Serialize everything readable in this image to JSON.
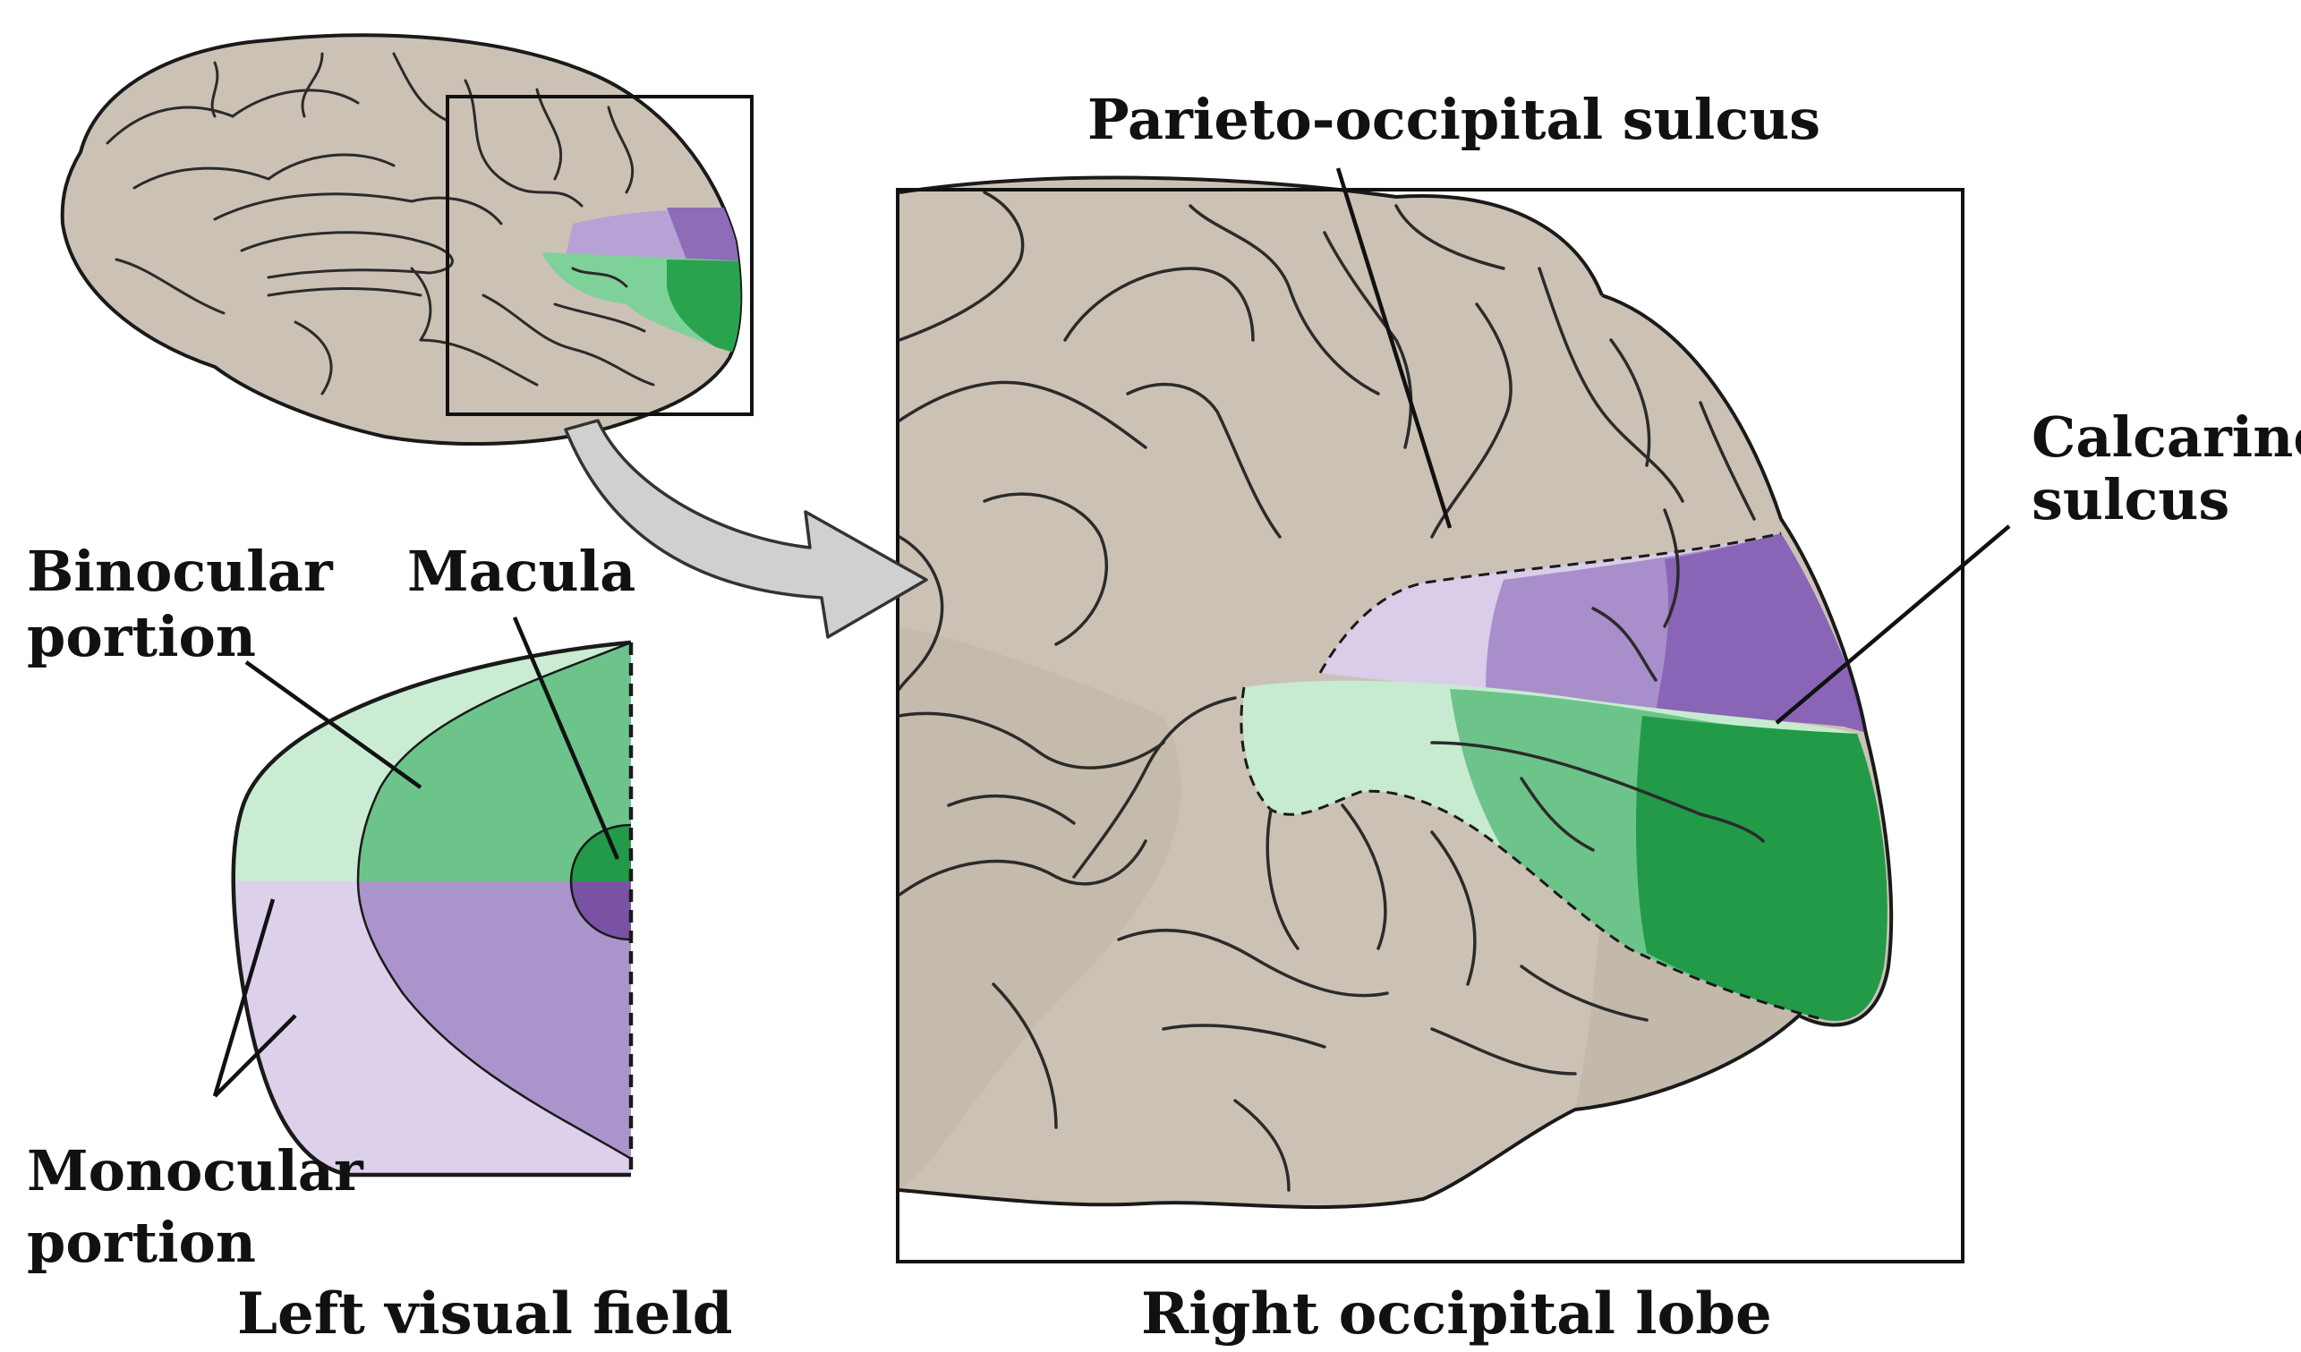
{
  "labels": {
    "parieto_occipital": "Parieto-occipital sulcus",
    "calcarine_line1": "Calcarine",
    "calcarine_line2": "sulcus",
    "binocular_line1": "Binocular",
    "binocular_line2": "portion",
    "macula": "Macula",
    "monocular_line1": "Monocular",
    "monocular_line2": "portion",
    "left_visual_field": "Left visual field",
    "right_occipital_lobe": "Right occipital lobe"
  },
  "colors": {
    "brain_tissue": "#cbc2b5",
    "brain_shadow": "#b5ab9d",
    "green_light": "#c9ecd2",
    "green_mid": "#6cc48a",
    "green_dark": "#229a47",
    "purple_light": "#dcd0ea",
    "purple_mid": "#ab94cc",
    "purple_dark": "#7a52a3",
    "arrow_fill": "#d0d0d0"
  }
}
